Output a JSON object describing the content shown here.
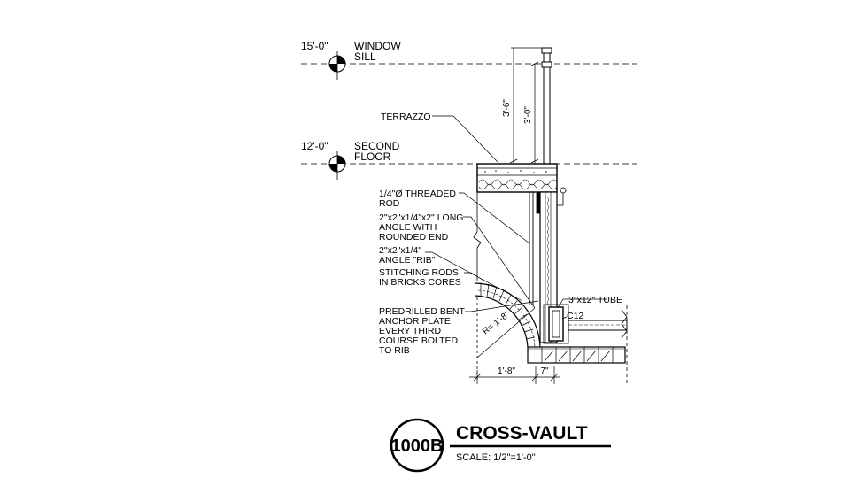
{
  "levels": [
    {
      "elevation": "15'-0\"",
      "name_line1": "WINDOW",
      "name_line2": "SILL"
    },
    {
      "elevation": "12'-0\"",
      "name_line1": "SECOND",
      "name_line2": "FLOOR"
    }
  ],
  "notes": {
    "terrazzo": "TERRAZZO",
    "rod_1": "1/4\"Ø THREADED",
    "rod_2": "ROD",
    "angle_1": "2\"x2\"x1/4\"x2\" LONG",
    "angle_2": "ANGLE WITH",
    "angle_3": "ROUNDED END",
    "rib_1": "2\"x2\"x1/4\"",
    "rib_2": "ANGLE \"RIB\"",
    "stitch_1": "STITCHING RODS",
    "stitch_2": "IN BRICKS CORES",
    "anchor_1": "PREDRILLED BENT",
    "anchor_2": "ANCHOR PLATE",
    "anchor_3": "EVERY THIRD",
    "anchor_4": "COURSE BOLTED",
    "anchor_5": "TO RIB",
    "tube": "3\"x12\" TUBE",
    "channel": "C12"
  },
  "dimensions": {
    "rail_height": "3'-6\"",
    "sill_height": "3'-0\"",
    "radius": "R= 1'-8\"",
    "vault_width": "1'-8\"",
    "wall_width": "7\""
  },
  "title_block": {
    "number": "1000B",
    "title": "CROSS-VAULT",
    "scale": "SCALE: 1/2\"=1'-0\""
  }
}
